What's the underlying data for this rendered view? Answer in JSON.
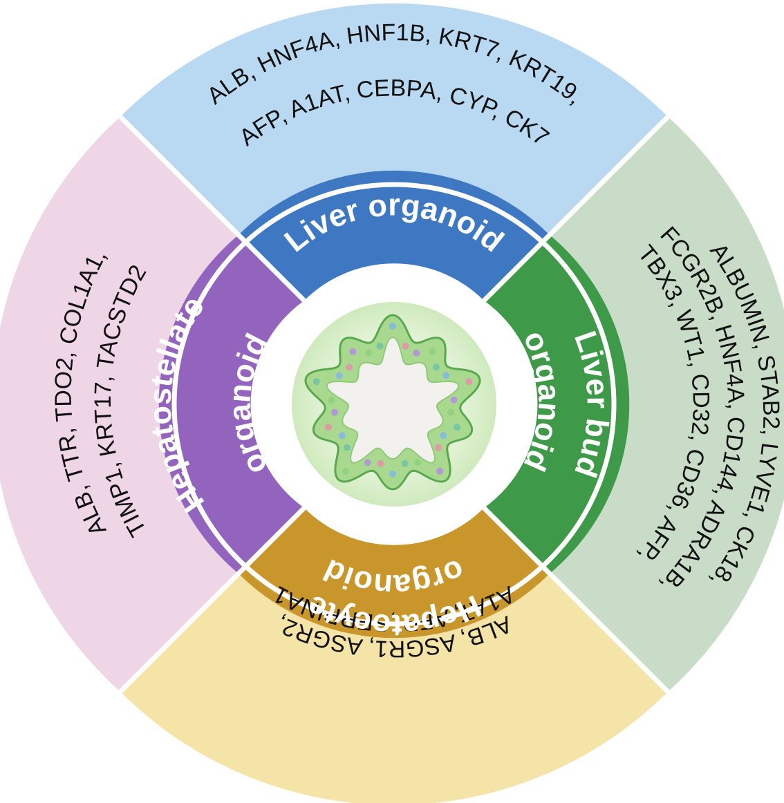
{
  "colors": {
    "outer_blue": "#b9d9f2",
    "outer_green": "#c8dcc8",
    "outer_yellow": "#f4e4a8",
    "outer_pink": "#efd6e6",
    "inner_blue": "#3f78c2",
    "inner_green": "#3e9a48",
    "inner_gold": "#c8962a",
    "inner_purple": "#9264bd",
    "center_glow": "#d8efc8"
  },
  "segments": {
    "liver_organoid": {
      "label": [
        "Liver organoid"
      ],
      "markers": [
        "ALB, HNF4A, HNF1B, KRT7, KRT19,",
        "AFP, A1AT, CEBPA, CYP, CK7"
      ]
    },
    "liver_bud_organoid": {
      "label": [
        "Liver bud",
        "organoid"
      ],
      "markers": [
        "ALBUMIN, STAB2, LYVE1, CK18,",
        "FCGR2B, HNF4A, CD144, ADRA1B,",
        "TBX3, WT1, CD32, CD36, AFP,"
      ]
    },
    "hepatocyte_organoid": {
      "label": [
        "Hepatocyte",
        "organoid"
      ],
      "markers": [
        "ALB, ASGR1, ASGR2,",
        "A1AT, AFP ,SERPINA1"
      ]
    },
    "hepatostellate_organoid": {
      "label": [
        "Hepatostellate",
        "organoid"
      ],
      "markers": [
        "ALB, TTR, TDO2, COL1A1,",
        "TIMP1, KRT17, TACSTD2"
      ]
    }
  }
}
